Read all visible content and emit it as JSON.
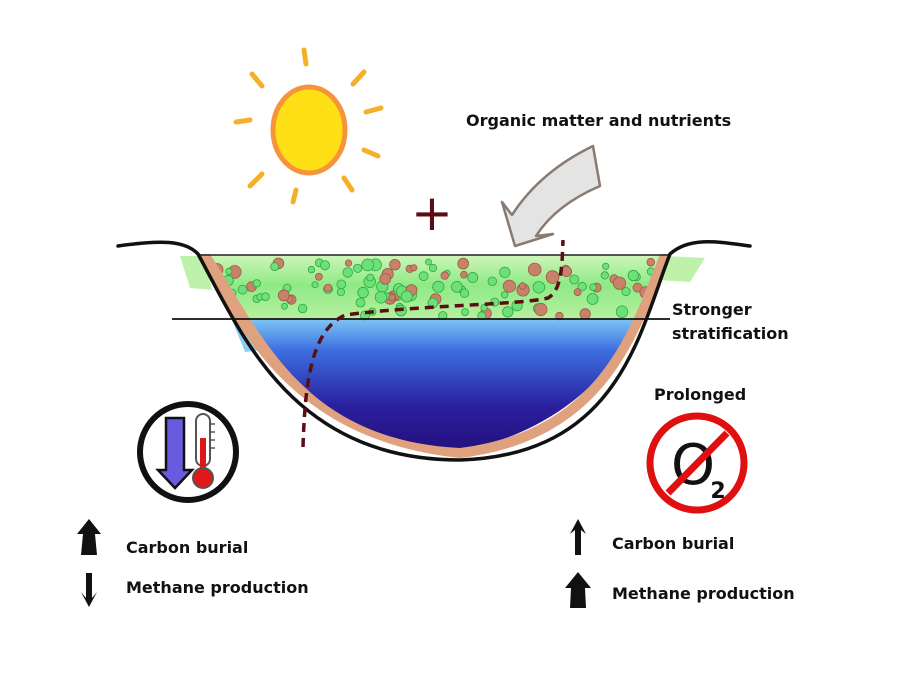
{
  "labels": {
    "organic_input": "Organic matter and nutrients",
    "stratification_line1": "Stronger",
    "stratification_line2": "stratification",
    "prolonged": "Prolonged",
    "plus_sign": "+",
    "o2_letter": "O",
    "o2_subscript": "2"
  },
  "left_panel": {
    "carbon_burial": "Carbon burial",
    "carbon_trend": "large-up-arrow",
    "methane_production": "Methane production",
    "methane_trend": "thin-down-arrow"
  },
  "right_panel": {
    "carbon_burial": "Carbon burial",
    "carbon_trend": "thin-up-arrow",
    "methane_production": "Methane production",
    "methane_trend": "large-up-arrow"
  },
  "icons": {
    "sun": "sun-icon",
    "temperature": "thermometer-decrease-icon",
    "no_oxygen": "no-oxygen-icon",
    "input_arrow": "curved-arrow-icon"
  },
  "colors": {
    "sun": "#FFE017",
    "sun_outline": "#F5943A",
    "surface_green": "#A8EE8C",
    "deep_water": "#2B0A6E",
    "sediment": "#E0A27E",
    "oxycline": "#5A0E14",
    "no_sign": "#E01010"
  }
}
